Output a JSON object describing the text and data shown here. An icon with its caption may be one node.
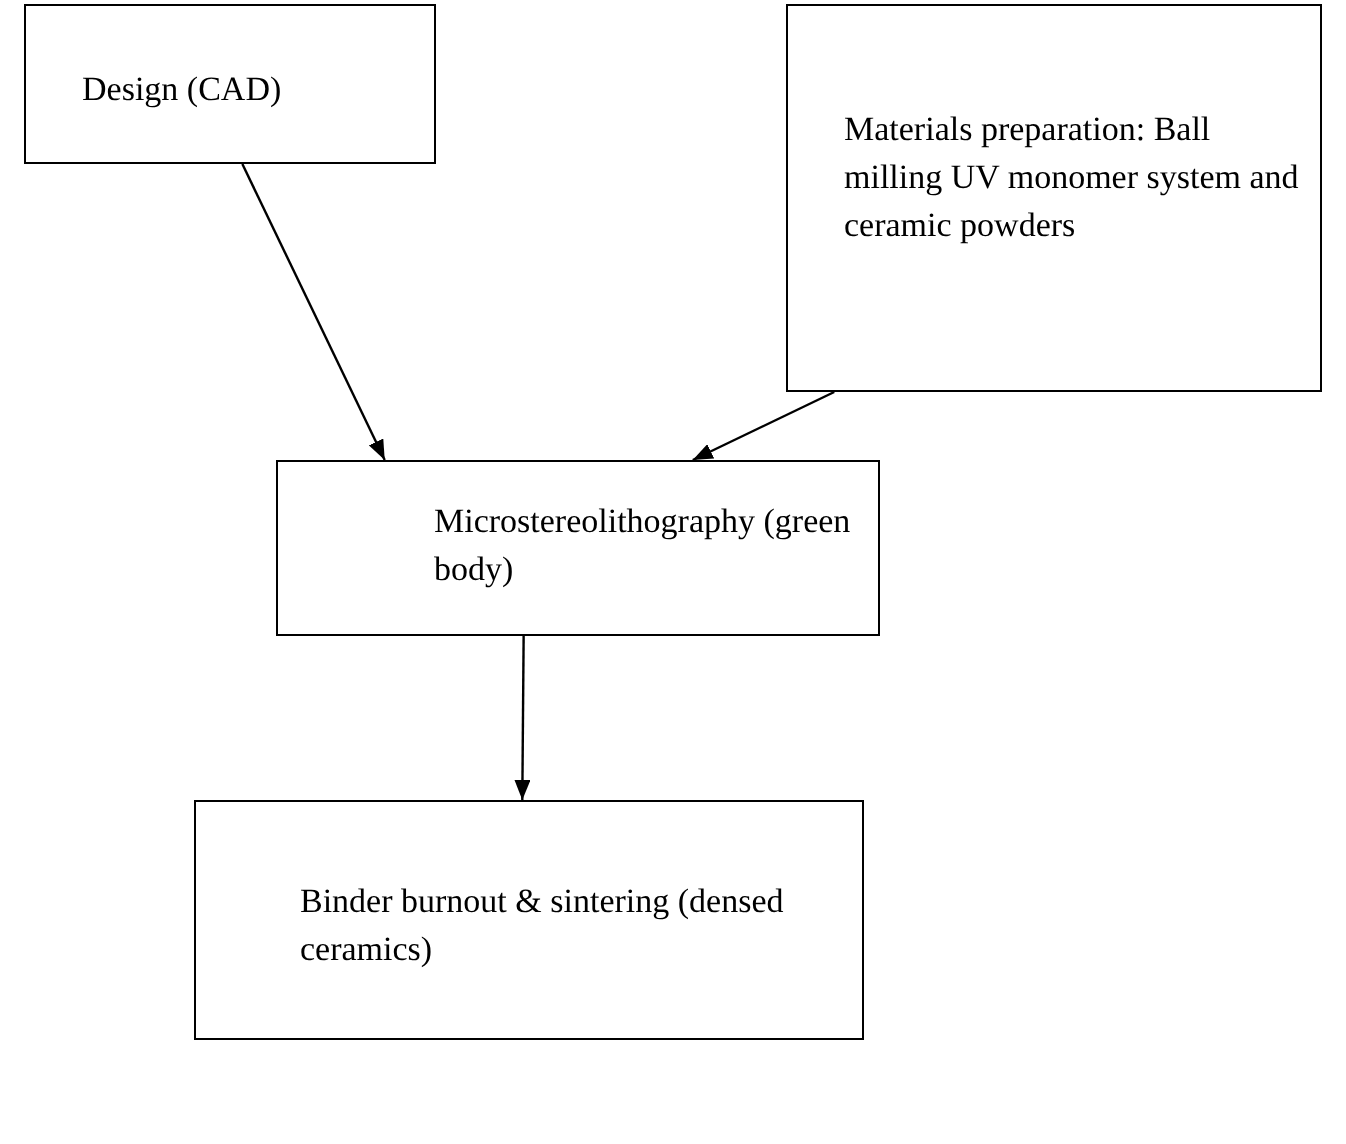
{
  "diagram": {
    "nodes": [
      {
        "text": [
          "Design (CAD)"
        ]
      },
      {
        "text": [
          "Materials preparation: Ball milling UV monomer system and ceramic powders"
        ]
      },
      {
        "text": [
          "Microstereolithography (green body)"
        ]
      },
      {
        "text": [
          "Binder burnout & sintering (densed ceramics)"
        ]
      }
    ],
    "edges": [
      {
        "from": 0,
        "to": 2,
        "arrow": "to"
      },
      {
        "from": 1,
        "to": 2,
        "arrow": "to"
      },
      {
        "from": 2,
        "to": 3,
        "arrow": "to"
      }
    ]
  }
}
